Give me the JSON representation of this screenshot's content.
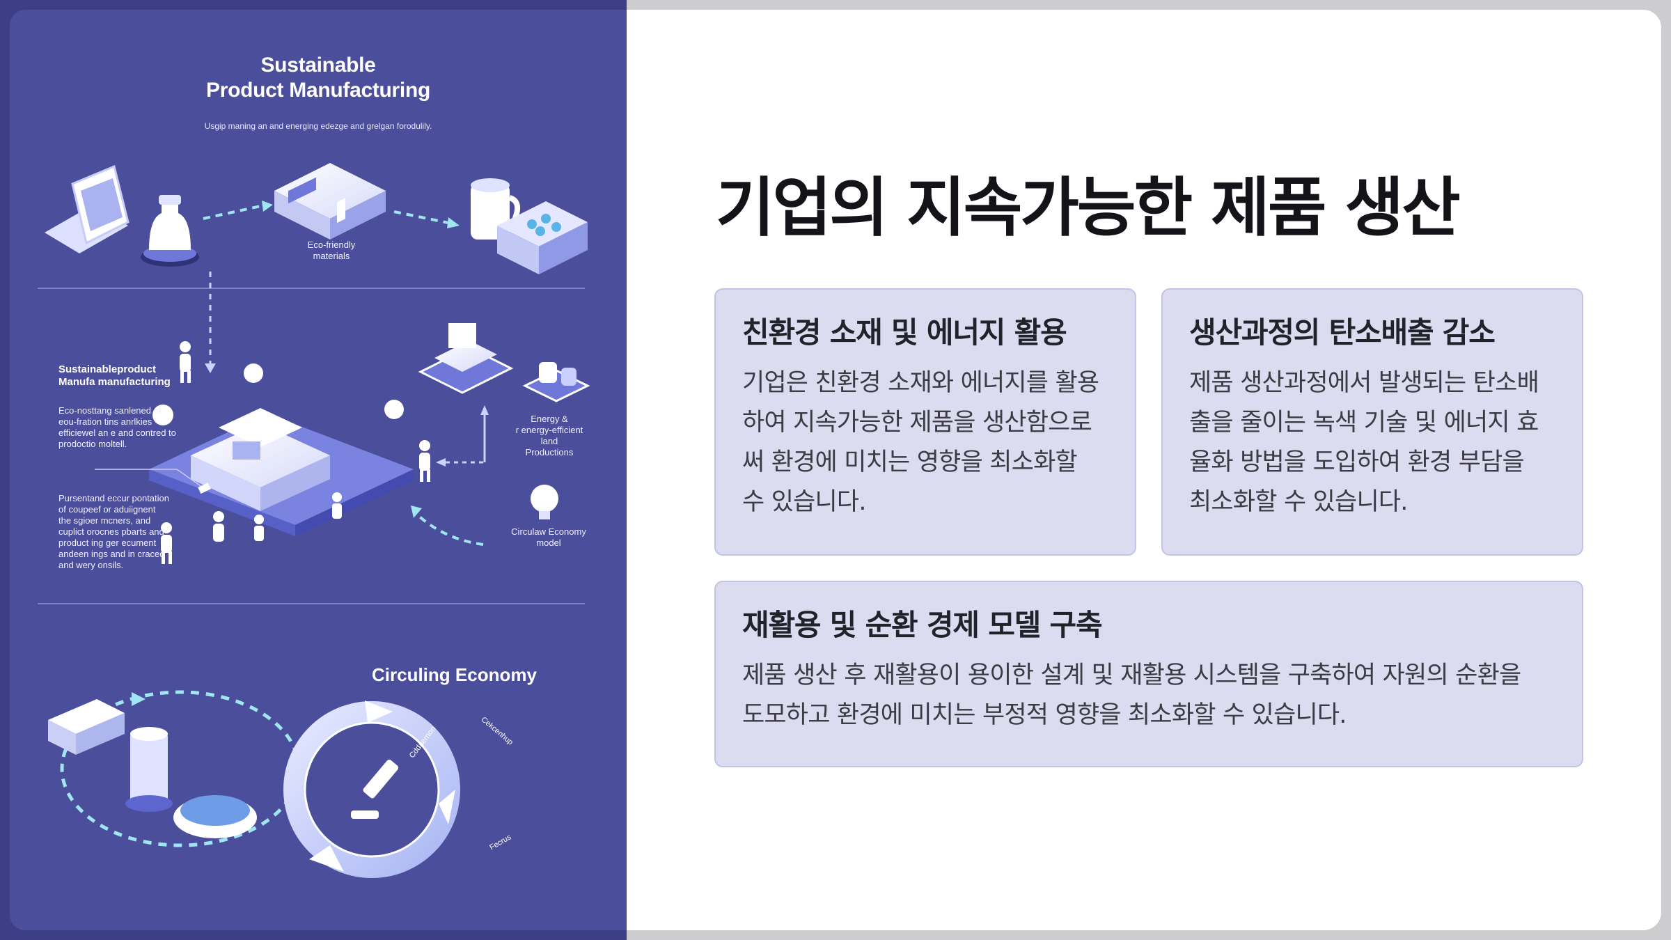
{
  "illustration": {
    "title_line1": "Sustainable",
    "title_line2": "Product Manufacturing",
    "subtitle": "Usgip maning an and energing edezge and grelgan forodulily.",
    "label_materials_1": "Eco-friendly",
    "label_materials_2": "materials",
    "left_heading_1": "Sustainableproduct",
    "left_heading_2": "Manufa manufacturing",
    "left_text_1": "Eco-nosttang sanlened of",
    "left_text_2": "eou-fration tins anrlkies",
    "left_text_3": "efficiewel an e and contred to",
    "left_text_4": "prodoctio moltell.",
    "left_para_1": "Pursentand eccur pontation",
    "left_para_2": "of coupeef or aduiignent",
    "left_para_3": "the sgioer mcners, and",
    "left_para_4": "cuplict orocnes pbarts and",
    "left_para_5": "product ing ger ecument",
    "left_para_6": "andeen ings and in craced",
    "left_para_7": "and wery onsils.",
    "energy_1": "Energy &",
    "energy_2": "r energy-efficient",
    "energy_3": "land",
    "energy_4": "Productions",
    "circular_1": "Circulaw Economy",
    "circular_2": "model",
    "circling_title": "Circuling Economy",
    "ring_label_1": "Cddaernon",
    "ring_label_2": "Cekcenhup",
    "ring_label_3": "Fecrus"
  },
  "slide": {
    "title": "기업의 지속가능한 제품 생산",
    "cards": [
      {
        "heading": "친환경 소재 및 에너지 활용",
        "lines": [
          "기업은 친환경 소재와 에너지를 활용",
          "하여 지속가능한 제품을 생산함으로",
          "써 환경에 미치는 영향을 최소화할",
          "수 있습니다."
        ]
      },
      {
        "heading": "생산과정의 탄소배출 감소",
        "lines": [
          "제품 생산과정에서 발생되는 탄소배",
          "출을 줄이는 녹색 기술 및 에너지 효",
          "율화 방법을 도입하여 환경 부담을",
          "최소화할 수 있습니다."
        ]
      },
      {
        "heading": "재활용 및 순환 경제 모델 구축",
        "lines": [
          "제품 생산 후 재활용이 용이한 설계 및 재활용 시스템을 구축하여 자원의 순환을",
          "도모하고 환경에 미치는 부정적 영향을 최소화할 수 있습니다."
        ]
      }
    ]
  },
  "colors": {
    "panel_bg": "#4b4e9a",
    "card_bg": "#dcdbf0",
    "title_text": "#141418"
  }
}
